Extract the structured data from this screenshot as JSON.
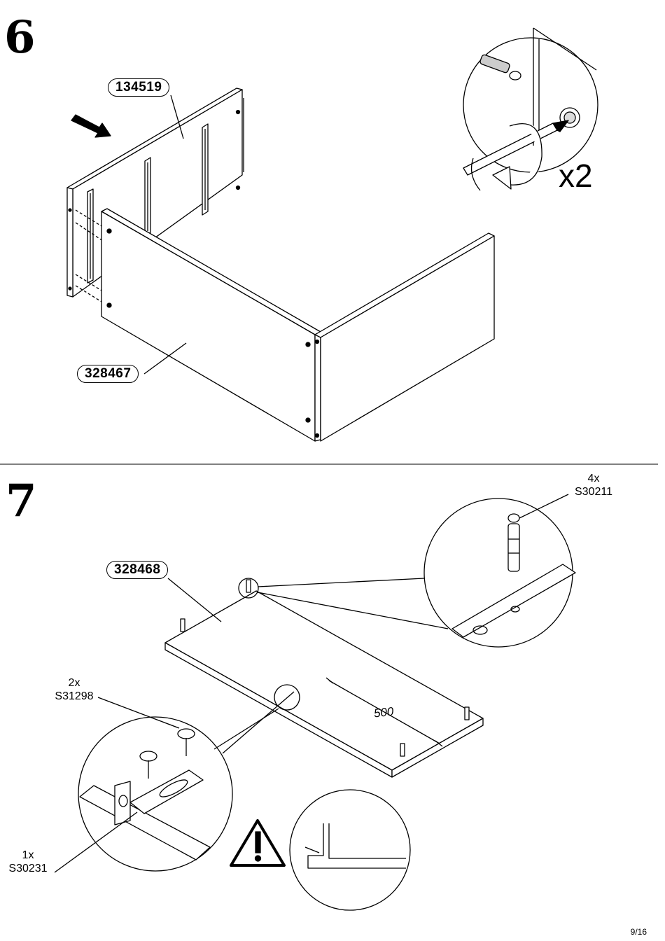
{
  "step6": {
    "number": "6",
    "part_top": "134519",
    "part_front": "328467",
    "multiplier": "x2"
  },
  "step7": {
    "number": "7",
    "part_panel": "328468",
    "dowel_qty": "4x",
    "dowel_code": "S30211",
    "screw_qty": "2x",
    "screw_code": "S31298",
    "bracket_qty": "1x",
    "bracket_code": "S30231",
    "dimension": "500"
  },
  "page_number": "9/16",
  "icons": [
    "arrow-icon",
    "screwdriver-icon",
    "rotation-arrow-icon",
    "warning-icon",
    "dowel-icon",
    "screw-icon",
    "angle-bracket-icon"
  ]
}
